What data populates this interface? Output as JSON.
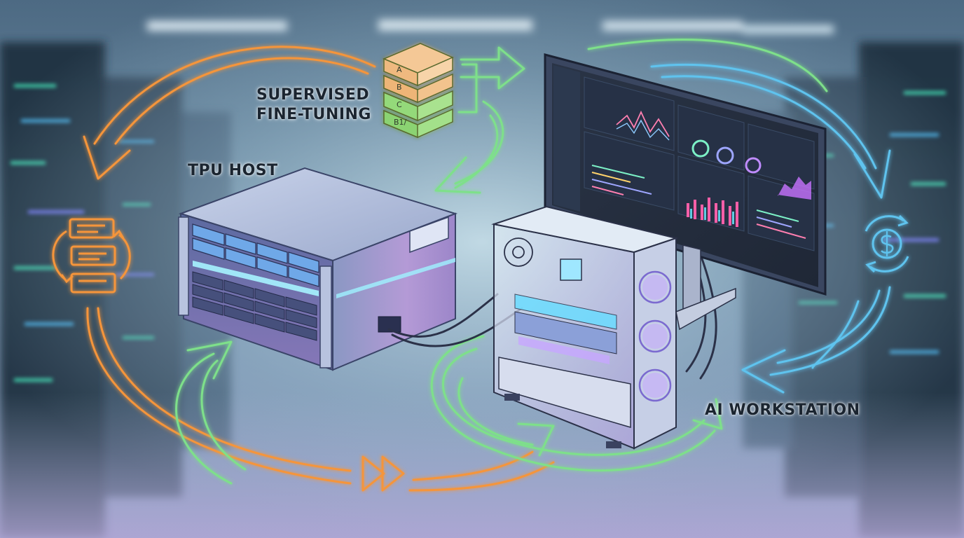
{
  "labels": {
    "supervised_fine_tuning_line1": "SUPERVISED",
    "supervised_fine_tuning_line2": "FINE-TUNING",
    "tpu_host": "TPU HOST",
    "ai_workstation": "AI WORKSTATION"
  },
  "stack_tiles": [
    "A",
    "B",
    "C",
    "B1/"
  ],
  "icons": {
    "left_cycle": "document-stack-cycle-icon",
    "right_cycle": "dollar-coin-cycle-icon",
    "bottom_center": "fast-forward-icon"
  },
  "colors": {
    "orange_flow": "#f5953a",
    "green_flow": "#7ee08a",
    "blue_flow": "#5fc3ee",
    "background": "#2a3d52"
  }
}
